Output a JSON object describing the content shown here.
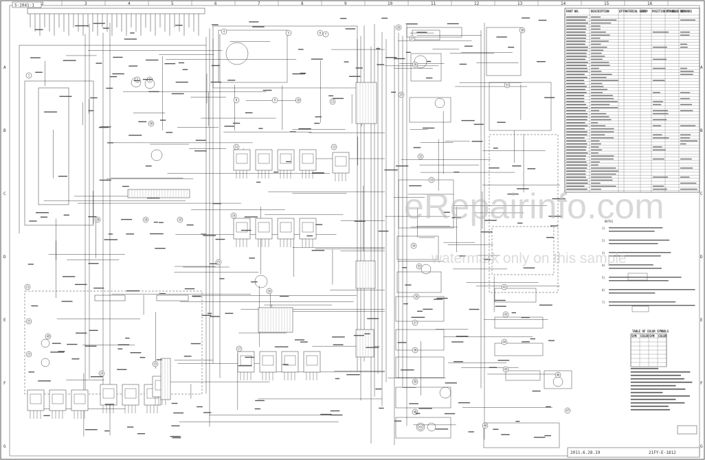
{
  "sheet": {
    "drawing_number": "S-2041-1",
    "drawing_code": "21FY-E-1812",
    "date_code": "2011.6.28.19",
    "column_numbers": [
      "2",
      "3",
      "4",
      "5",
      "6",
      "7",
      "8",
      "9",
      "10",
      "11",
      "12",
      "13",
      "14",
      "15",
      "16"
    ],
    "row_letters": [
      "A",
      "B",
      "C",
      "D",
      "E",
      "F",
      "G"
    ]
  },
  "watermark": {
    "main": "eRepairinfo.com",
    "note": "watermark only on this sample"
  },
  "parts_table": {
    "headers": [
      "PART NO.",
      "DESCRIPTION",
      "QTY",
      "MATERIAL GROUP",
      "STD",
      "POSITION MT NO.",
      "STANDARD NO.",
      "REMARKS"
    ]
  },
  "symbol_table": {
    "title": "TABLE OF COLOR SYMBOLS",
    "headers": [
      "SYM",
      "COLOR",
      "SYM",
      "COLOR"
    ]
  },
  "notes": {
    "title": "NOTES",
    "items": [
      "1)",
      "2)",
      "3)",
      "4)",
      "5)",
      "6)",
      "7)"
    ]
  },
  "components": {
    "labels": [
      "1",
      "2",
      "3",
      "4",
      "5",
      "6",
      "7",
      "8",
      "9",
      "10",
      "11",
      "12",
      "13",
      "14",
      "15",
      "16",
      "17",
      "18",
      "19",
      "20",
      "21",
      "22",
      "23",
      "24",
      "25",
      "26",
      "27",
      "28",
      "29",
      "30",
      "31",
      "32",
      "33",
      "34",
      "35",
      "36",
      "37",
      "38",
      "39",
      "40",
      "41",
      "42",
      "43",
      "44",
      "45",
      "46",
      "47",
      "48",
      "49",
      "50"
    ]
  }
}
